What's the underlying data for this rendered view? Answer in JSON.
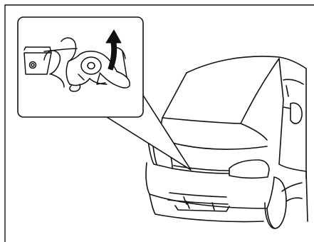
{
  "illustration": {
    "subject": "van-hood-release-lever",
    "detail_callout": "secondary-hood-latch-lever",
    "arrow_direction": "up",
    "line_color": "#111111",
    "background_color": "#ffffff"
  }
}
